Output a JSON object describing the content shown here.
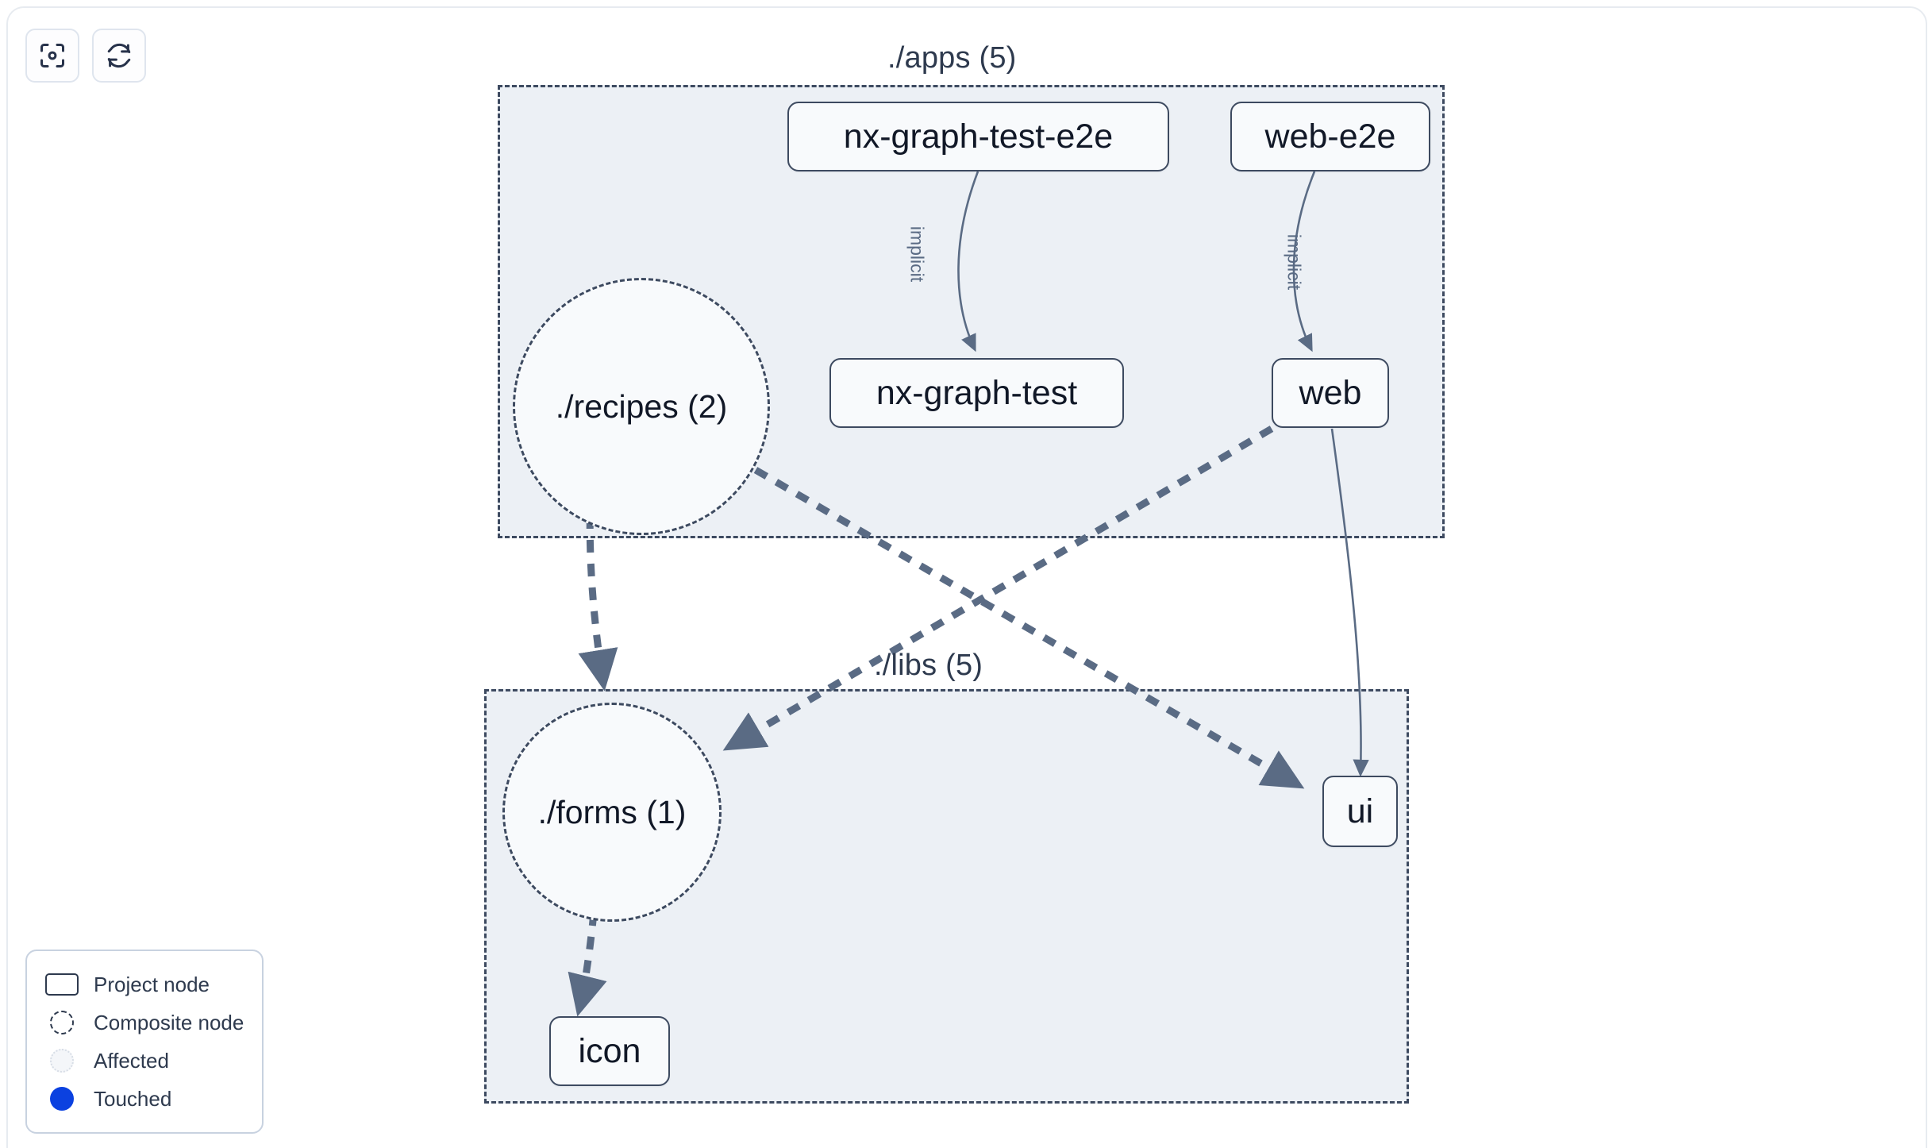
{
  "toolbar": {
    "buttons": [
      {
        "name": "focus-graph-button",
        "icon": "focus-target-icon",
        "label": ""
      },
      {
        "name": "refresh-graph-button",
        "icon": "refresh-icon",
        "label": ""
      }
    ]
  },
  "graph": {
    "groups": [
      {
        "id": "apps",
        "label": "./apps (5)"
      },
      {
        "id": "libs",
        "label": "./libs (5)"
      }
    ],
    "project_nodes": [
      {
        "id": "nx-graph-test-e2e",
        "label": "nx-graph-test-e2e"
      },
      {
        "id": "web-e2e",
        "label": "web-e2e"
      },
      {
        "id": "nx-graph-test",
        "label": "nx-graph-test"
      },
      {
        "id": "web",
        "label": "web"
      },
      {
        "id": "ui",
        "label": "ui"
      },
      {
        "id": "icon",
        "label": "icon"
      }
    ],
    "composite_nodes": [
      {
        "id": "recipes",
        "label": "./recipes (2)"
      },
      {
        "id": "forms",
        "label": "./forms (1)"
      }
    ],
    "edge_labels": [
      {
        "id": "implicit-1",
        "label": "implicit"
      },
      {
        "id": "implicit-2",
        "label": "implicit"
      }
    ],
    "edges": [
      {
        "from": "nx-graph-test-e2e",
        "to": "nx-graph-test",
        "type": "implicit",
        "style": "solid"
      },
      {
        "from": "web-e2e",
        "to": "web",
        "type": "implicit",
        "style": "solid"
      },
      {
        "from": "web",
        "to": "ui",
        "type": "static",
        "style": "solid"
      },
      {
        "from": "recipes",
        "to": "forms",
        "type": "composite",
        "style": "dashed"
      },
      {
        "from": "recipes",
        "to": "ui",
        "type": "composite",
        "style": "dashed"
      },
      {
        "from": "web",
        "to": "forms",
        "type": "composite",
        "style": "dashed"
      },
      {
        "from": "forms",
        "to": "icon",
        "type": "composite",
        "style": "dashed"
      }
    ]
  },
  "legend": {
    "items": [
      {
        "id": "project-node",
        "label": "Project node",
        "swatch": "rect-outline"
      },
      {
        "id": "composite-node",
        "label": "Composite node",
        "swatch": "dashed-circle"
      },
      {
        "id": "affected",
        "label": "Affected",
        "swatch": "dotted-circle"
      },
      {
        "id": "touched",
        "label": "Touched",
        "swatch": "filled-circle",
        "color": "#0b41e0"
      }
    ]
  },
  "colors": {
    "group_fill": "#ecf0f5",
    "group_border": "#3d4a60",
    "node_fill": "#f8fafc",
    "node_border": "#3d4a60",
    "edge": "#5a6b84",
    "touched": "#0b41e0",
    "canvas": "#ffffff"
  }
}
